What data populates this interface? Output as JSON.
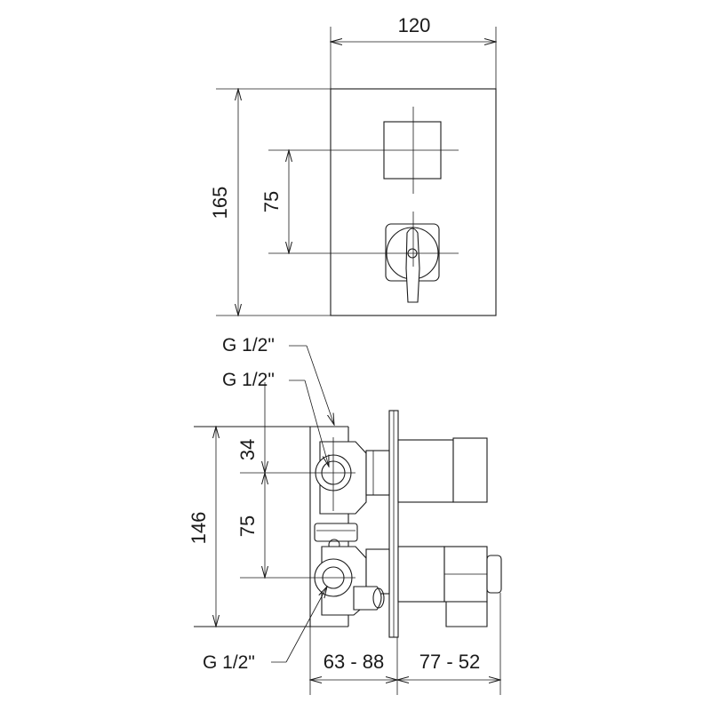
{
  "front_view": {
    "width_label": "120",
    "height_label": "165",
    "spacing_label": "75"
  },
  "side_view": {
    "height_label": "146",
    "upper_offset_label": "34",
    "spacing_label": "75",
    "depth_body_label": "63 - 88",
    "depth_handle_label": "77 - 52"
  },
  "connections": {
    "top_outer": "G 1/2\"",
    "top_inner": "G 1/2\"",
    "bottom": "G 1/2\""
  },
  "colors": {
    "line": "#1a1a1a",
    "background": "#ffffff"
  }
}
